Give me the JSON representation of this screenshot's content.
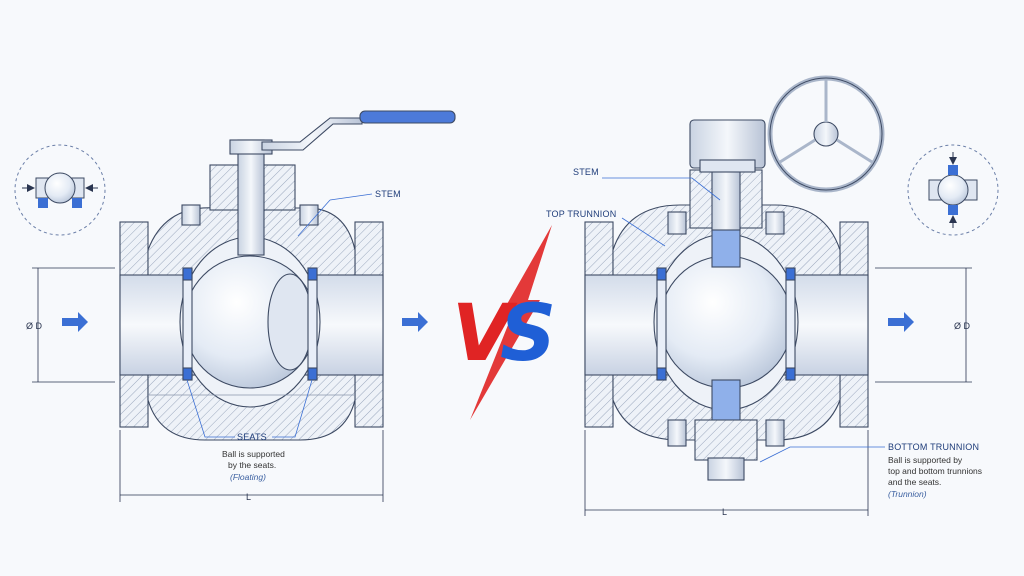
{
  "floating": {
    "stem_label": "STEM",
    "seats_label": "SEATS",
    "note_line1": "Ball is supported",
    "note_line2": "by the seats.",
    "note_type": "(Floating)",
    "diameter_label": "Ø D",
    "length_label": "L"
  },
  "trunnion": {
    "stem_label": "STEM",
    "top_trunnion_label": "TOP TRUNNION",
    "bottom_trunnion_label": "BOTTOM TRUNNION",
    "note_line1": "Ball is supported by",
    "note_line2": "top and bottom trunnions",
    "note_line3": "and the seats.",
    "note_type": "(Trunnion)",
    "diameter_label": "Ø D",
    "length_label": "L"
  },
  "vs": {
    "v": "V",
    "s": "S"
  },
  "colors": {
    "accent_blue": "#3b6fd4",
    "vs_red": "#e02424",
    "vs_blue": "#1f5fd6",
    "line": "#3d4a63"
  }
}
